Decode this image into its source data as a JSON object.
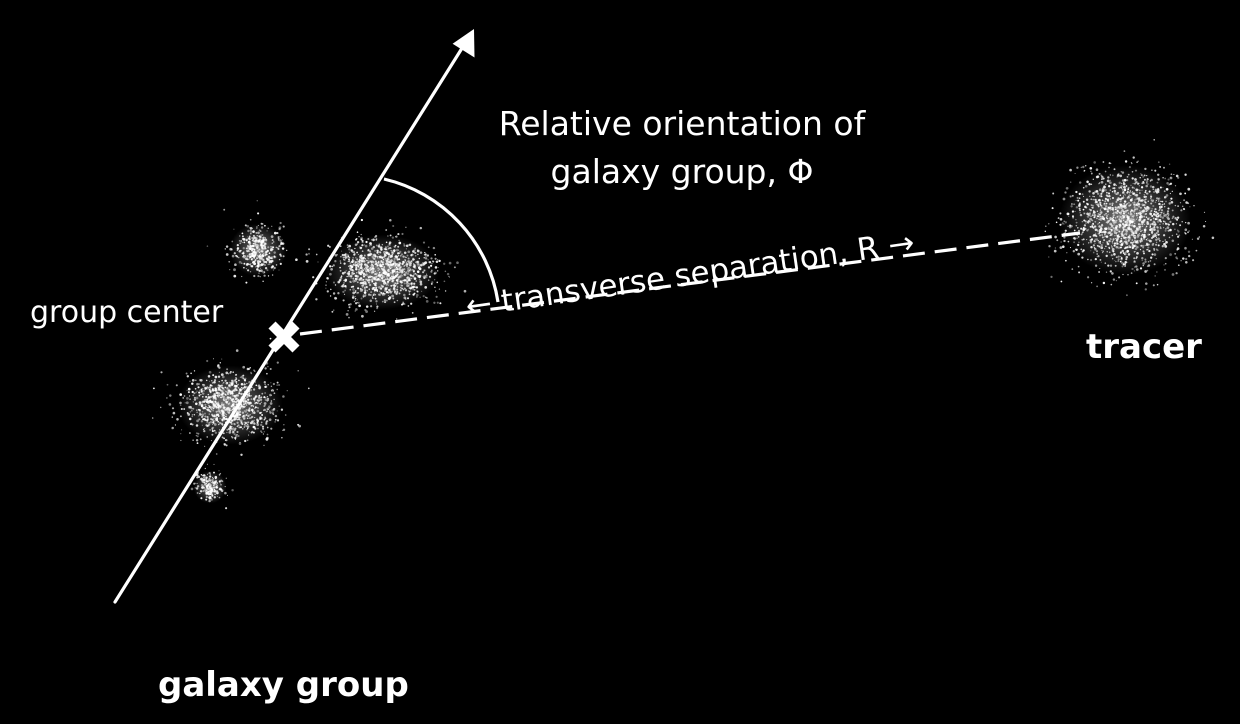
{
  "labels": {
    "angle_line1": "Relative orientation of",
    "angle_line2": "galaxy group, Φ",
    "group_center": "group center",
    "separation": "← transverse separation, R →",
    "tracer": "tracer",
    "galaxy_group": "galaxy group"
  },
  "icons": {
    "center_marker": "x-mark-icon",
    "axis_arrow": "arrow-head-icon"
  },
  "colors": {
    "background": "#000000",
    "foreground": "#ffffff"
  }
}
